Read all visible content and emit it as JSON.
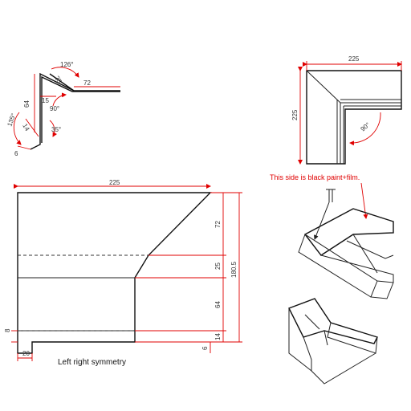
{
  "profile": {
    "dims": {
      "angle_top": "126°",
      "top_short": "25",
      "top_flange": "72",
      "inner": "15",
      "height": "64",
      "angle_inner": "90°",
      "angle_left": "135°",
      "lower": "14",
      "angle_bottom": "35°",
      "base": "6"
    }
  },
  "corner_top": {
    "width": "225",
    "height": "225",
    "angle": "90°"
  },
  "flat": {
    "width": "225",
    "seg_72": "72",
    "seg_25": "25",
    "seg_64": "64",
    "seg_14": "14",
    "total": "180.5",
    "left_8": "8",
    "bottom_6": "6",
    "bottom_20": "20",
    "caption": "Left right symmetry"
  },
  "iso": {
    "note": "This side is black paint+film."
  }
}
